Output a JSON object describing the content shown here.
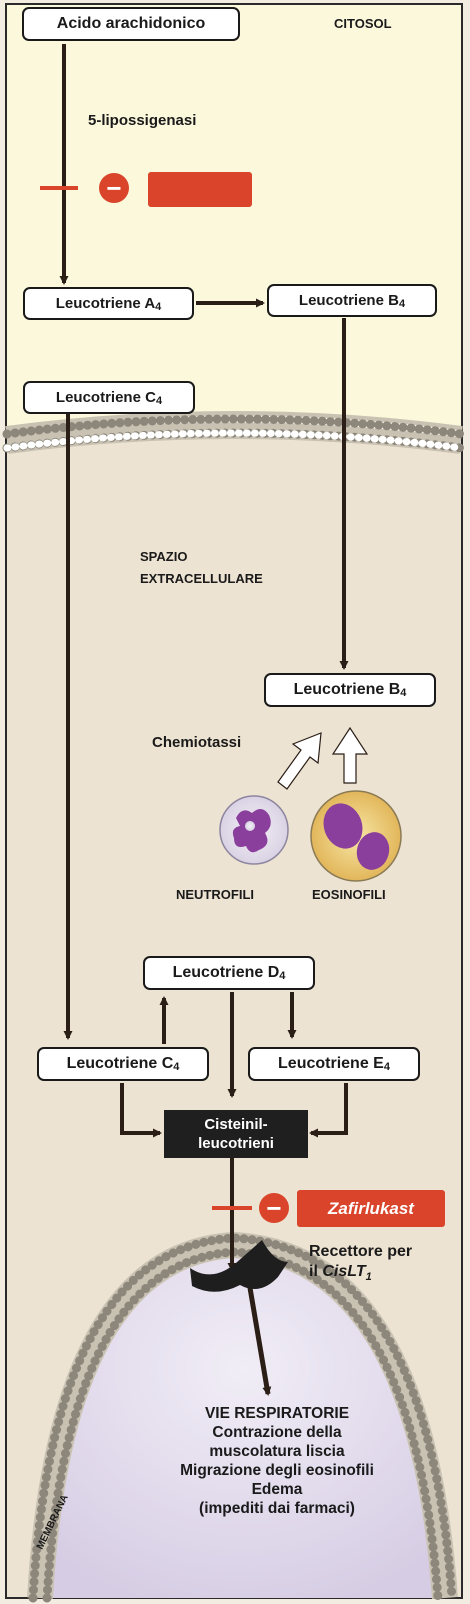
{
  "regions": {
    "cytosol": "CITOSOL",
    "extracellular": [
      "SPAZIO",
      "EXTRACELLULARE"
    ],
    "membrane": "MEMBRANA"
  },
  "nodes": {
    "arachidonic": "Acido arachidonico",
    "lta4": {
      "text": "Leucotriene A",
      "sub": "4"
    },
    "ltb4_top": {
      "text": "Leucotriene B",
      "sub": "4"
    },
    "ltc4_top": {
      "text": "Leucotriene C",
      "sub": "4"
    },
    "ltb4_extra": {
      "text": "Leucotriene B",
      "sub": "4"
    },
    "ltd4": {
      "text": "Leucotriene D",
      "sub": "4"
    },
    "ltc4_bottom": {
      "text": "Leucotriene C",
      "sub": "4"
    },
    "lte4": {
      "text": "Leucotriene E",
      "sub": "4"
    },
    "cysteinyl": [
      "Cisteinil-",
      "leucotrieni"
    ]
  },
  "labels": {
    "enzyme": "5-lipossigenasi",
    "chemotaxis": "Chemiotassi",
    "neutrophils": "NEUTROFILI",
    "eosinophils": "EOSINOFILI",
    "receptor_line1": "Recettore per",
    "receptor_line2_prefix": "il ",
    "receptor_name": "CisLT",
    "receptor_sub": "1"
  },
  "inhibition": {
    "symbol": "−",
    "upper_drug": "",
    "lower_drug": "Zafirlukast"
  },
  "outcome": {
    "title": "VIE RESPIRATORIE",
    "lines": [
      "Contrazione della",
      "muscolatura liscia",
      "Migrazione degli eosinofili",
      "Edema",
      "(impediti dai farmaci)"
    ]
  },
  "colors": {
    "cytosol": "#fbf8dc",
    "extracellular": "#ede3d2",
    "airway_cell": "#e6e0ef",
    "inhibitor_red": "#d9442a",
    "arrow": "#2a1e16"
  }
}
